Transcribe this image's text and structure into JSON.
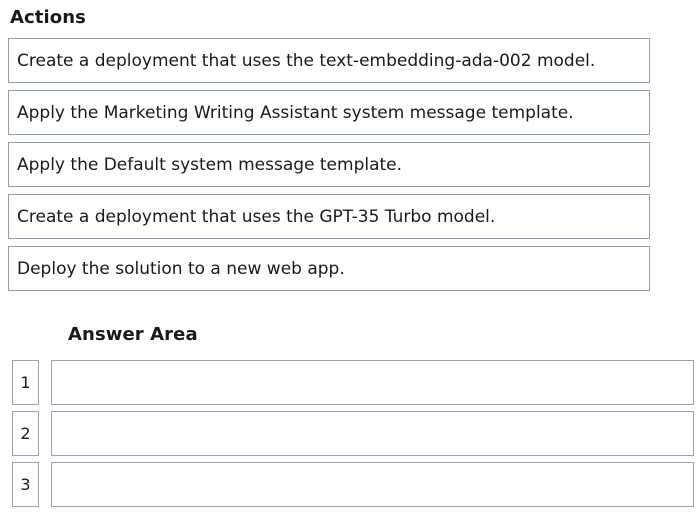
{
  "actions": {
    "title": "Actions",
    "items": [
      {
        "label": "Create a deployment that uses the text-embedding-ada-002 model."
      },
      {
        "label": "Apply the Marketing Writing Assistant system message template."
      },
      {
        "label": "Apply the Default system message template."
      },
      {
        "label": "Create a deployment that uses the GPT-35 Turbo model."
      },
      {
        "label": "Deploy the solution to a new web app."
      }
    ]
  },
  "answer_area": {
    "title": "Answer Area",
    "slots": [
      {
        "number": "1",
        "value": ""
      },
      {
        "number": "2",
        "value": ""
      },
      {
        "number": "3",
        "value": ""
      }
    ]
  },
  "colors": {
    "border": "#8f9db4",
    "text": "#1a1a1a",
    "background": "#ffffff"
  }
}
